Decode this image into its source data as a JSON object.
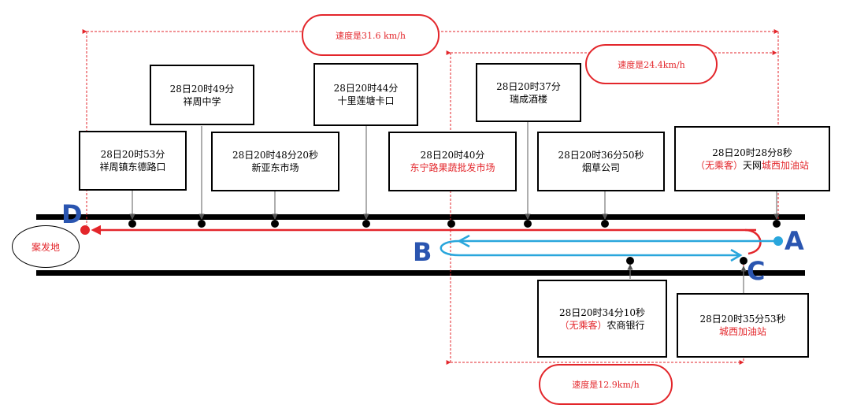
{
  "origin_label": "案发地",
  "points": {
    "A": "A",
    "B": "B",
    "C": "C",
    "D": "D"
  },
  "speeds": {
    "top": "速度是31.6 km/h",
    "right": "速度是24.4km/h",
    "bottom": "速度是12.9km/h"
  },
  "boxes": {
    "xiangzhou_dong": {
      "time": "28日20时53分",
      "place": "祥周镇东德路口"
    },
    "xiangzhou_school": {
      "time": "28日20时49分",
      "place": "祥周中学"
    },
    "xinya": {
      "time": "28日20时48分20秒",
      "place": "新亚东市场"
    },
    "shili": {
      "time": "28日20时44分",
      "place": "十里莲塘卡口"
    },
    "dongning": {
      "time": "28日20时40分",
      "place": "东宁路果蔬批发市场"
    },
    "ruicheng": {
      "time": "28日20时37分",
      "place": "瑞成酒楼"
    },
    "yancao": {
      "time": "28日20时36分50秒",
      "place": "烟草公司"
    },
    "tianwang": {
      "time": "28日20时28分8秒",
      "note": "（无乘客）",
      "place_black": "天网",
      "place_red": "城西加油站"
    },
    "nongshang": {
      "time": "28日20时34分10秒",
      "note": "（无乘客）",
      "place": "农商银行"
    },
    "chengxi": {
      "time": "28日20时35分53秒",
      "place": "城西加油站"
    }
  },
  "colors": {
    "route_red": "#e3262b",
    "route_blue": "#29a6dc",
    "label_blue": "#2a55b0",
    "road": "#000000",
    "dim_line": "#e3262b"
  }
}
